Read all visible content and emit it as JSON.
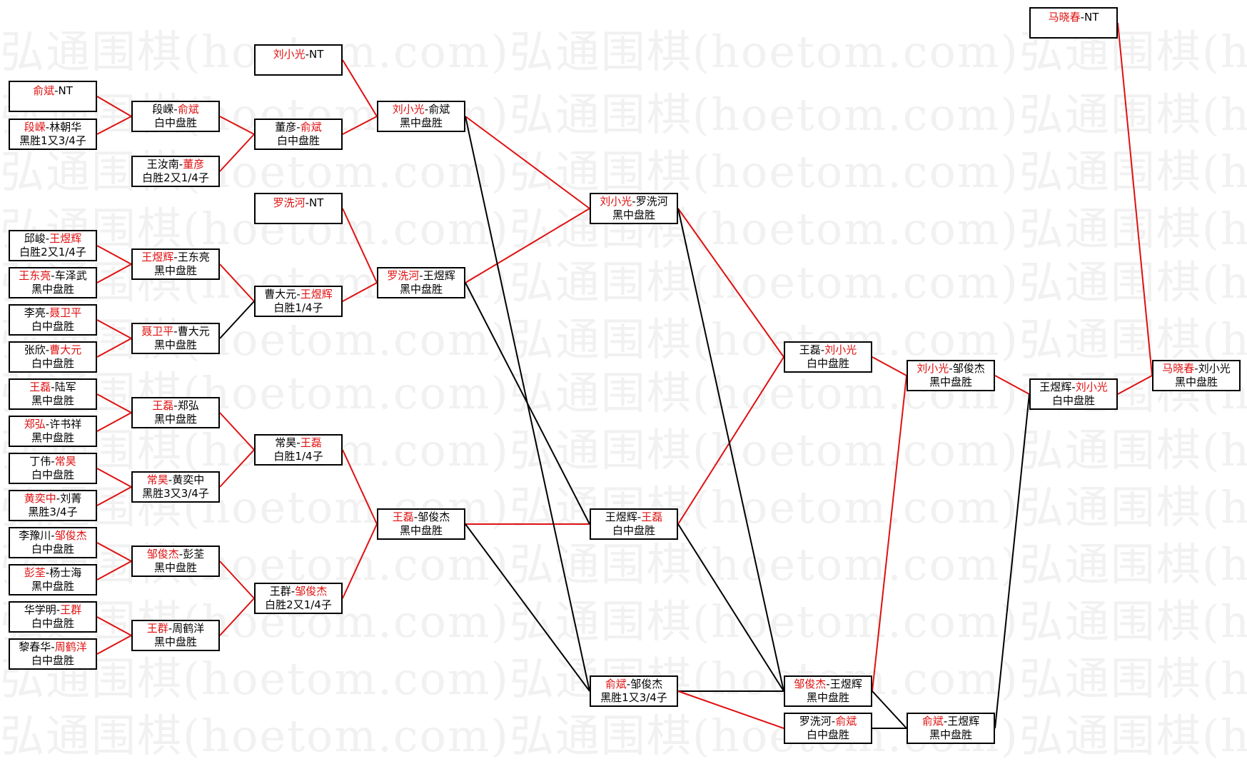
{
  "watermark": "弘通围棋(hoetom.com)弘通围棋(hoetom.com)弘通围棋(hoetom.com)",
  "colors": {
    "winner": "#e01010",
    "loser_line": "#000000",
    "winner_line": "#e01010"
  },
  "matches": [
    {
      "id": "m1",
      "p1": "俞斌",
      "p2": "NT",
      "winner": 1,
      "result": ""
    },
    {
      "id": "m2",
      "p1": "段嵘",
      "p2": "林朝华",
      "winner": 1,
      "result": "黑胜1又3/4子"
    },
    {
      "id": "m3",
      "p1": "段嵘",
      "p2": "俞斌",
      "winner": 2,
      "result": "白中盘胜"
    },
    {
      "id": "m4",
      "p1": "王汝南",
      "p2": "董彦",
      "winner": 2,
      "result": "白胜2又1/4子"
    },
    {
      "id": "m5",
      "p1": "董彦",
      "p2": "俞斌",
      "winner": 2,
      "result": "白中盘胜"
    },
    {
      "id": "m6",
      "p1": "刘小光",
      "p2": "NT",
      "winner": 1,
      "result": ""
    },
    {
      "id": "m7",
      "p1": "刘小光",
      "p2": "俞斌",
      "winner": 1,
      "result": "黑中盘胜"
    },
    {
      "id": "m8",
      "p1": "罗洗河",
      "p2": "NT",
      "winner": 1,
      "result": ""
    },
    {
      "id": "m9",
      "p1": "邱峻",
      "p2": "王煜辉",
      "winner": 2,
      "result": "白胜2又1/4子"
    },
    {
      "id": "m10",
      "p1": "王东亮",
      "p2": "车泽武",
      "winner": 1,
      "result": "黑中盘胜"
    },
    {
      "id": "m11",
      "p1": "王煜辉",
      "p2": "王东亮",
      "winner": 1,
      "result": "黑中盘胜"
    },
    {
      "id": "m12",
      "p1": "李亮",
      "p2": "聂卫平",
      "winner": 2,
      "result": "白中盘胜"
    },
    {
      "id": "m13",
      "p1": "张欣",
      "p2": "曹大元",
      "winner": 2,
      "result": "白中盘胜"
    },
    {
      "id": "m14",
      "p1": "聂卫平",
      "p2": "曹大元",
      "winner": 1,
      "result": "黑中盘胜"
    },
    {
      "id": "m15",
      "p1": "曹大元",
      "p2": "王煜辉",
      "winner": 2,
      "result": "白胜1/4子"
    },
    {
      "id": "m16",
      "p1": "罗洗河",
      "p2": "王煜辉",
      "winner": 1,
      "result": "黑中盘胜"
    },
    {
      "id": "m17",
      "p1": "刘小光",
      "p2": "罗洗河",
      "winner": 1,
      "result": "黑中盘胜"
    },
    {
      "id": "m18",
      "p1": "王磊",
      "p2": "陆军",
      "winner": 1,
      "result": "黑中盘胜"
    },
    {
      "id": "m19",
      "p1": "郑弘",
      "p2": "许书祥",
      "winner": 1,
      "result": "黑中盘胜"
    },
    {
      "id": "m20",
      "p1": "王磊",
      "p2": "郑弘",
      "winner": 1,
      "result": "黑中盘胜"
    },
    {
      "id": "m21",
      "p1": "丁伟",
      "p2": "常昊",
      "winner": 2,
      "result": "白中盘胜"
    },
    {
      "id": "m22",
      "p1": "黄奕中",
      "p2": "刘菁",
      "winner": 1,
      "result": "黑胜3/4子"
    },
    {
      "id": "m23",
      "p1": "常昊",
      "p2": "黄奕中",
      "winner": 1,
      "result": "黑胜3又3/4子"
    },
    {
      "id": "m24",
      "p1": "常昊",
      "p2": "王磊",
      "winner": 2,
      "result": "白胜1/4子"
    },
    {
      "id": "m25",
      "p1": "李豫川",
      "p2": "邹俊杰",
      "winner": 2,
      "result": "白中盘胜"
    },
    {
      "id": "m26",
      "p1": "彭荃",
      "p2": "杨士海",
      "winner": 1,
      "result": "黑中盘胜"
    },
    {
      "id": "m27",
      "p1": "邹俊杰",
      "p2": "彭荃",
      "winner": 1,
      "result": "黑中盘胜"
    },
    {
      "id": "m28",
      "p1": "华学明",
      "p2": "王群",
      "winner": 2,
      "result": "白中盘胜"
    },
    {
      "id": "m29",
      "p1": "黎春华",
      "p2": "周鹤洋",
      "winner": 2,
      "result": "白中盘胜"
    },
    {
      "id": "m30",
      "p1": "王群",
      "p2": "周鹤洋",
      "winner": 1,
      "result": "黑中盘胜"
    },
    {
      "id": "m31",
      "p1": "王群",
      "p2": "邹俊杰",
      "winner": 2,
      "result": "白胜2又1/4子"
    },
    {
      "id": "m32",
      "p1": "王磊",
      "p2": "邹俊杰",
      "winner": 1,
      "result": "黑中盘胜"
    },
    {
      "id": "m33",
      "p1": "王煜辉",
      "p2": "王磊",
      "winner": 2,
      "result": "白中盘胜"
    },
    {
      "id": "m34",
      "p1": "俞斌",
      "p2": "邹俊杰",
      "winner": 1,
      "result": "黑胜1又3/4子"
    },
    {
      "id": "m35",
      "p1": "王磊",
      "p2": "刘小光",
      "winner": 2,
      "result": "白中盘胜"
    },
    {
      "id": "m36",
      "p1": "邹俊杰",
      "p2": "王煜辉",
      "winner": 1,
      "result": "黑中盘胜"
    },
    {
      "id": "m37",
      "p1": "罗洗河",
      "p2": "俞斌",
      "winner": 2,
      "result": "白中盘胜"
    },
    {
      "id": "m38",
      "p1": "刘小光",
      "p2": "邹俊杰",
      "winner": 1,
      "result": "黑中盘胜"
    },
    {
      "id": "m39",
      "p1": "俞斌",
      "p2": "王煜辉",
      "winner": 1,
      "result": "黑中盘胜"
    },
    {
      "id": "m40",
      "p1": "王煜辉",
      "p2": "刘小光",
      "winner": 2,
      "result": "白中盘胜"
    },
    {
      "id": "m41",
      "p1": "马晓春",
      "p2": "NT",
      "winner": 1,
      "result": ""
    },
    {
      "id": "m42",
      "p1": "马晓春",
      "p2": "刘小光",
      "winner": 1,
      "result": "黑中盘胜"
    }
  ],
  "links": [
    {
      "from": "m1",
      "to": "m3",
      "color": "red"
    },
    {
      "from": "m2",
      "to": "m3",
      "color": "red"
    },
    {
      "from": "m3",
      "to": "m5",
      "color": "red"
    },
    {
      "from": "m4",
      "to": "m5",
      "color": "red"
    },
    {
      "from": "m5",
      "to": "m7",
      "color": "red"
    },
    {
      "from": "m6",
      "to": "m7",
      "color": "red"
    },
    {
      "from": "m8",
      "to": "m16",
      "color": "red"
    },
    {
      "from": "m9",
      "to": "m11",
      "color": "red"
    },
    {
      "from": "m10",
      "to": "m11",
      "color": "red"
    },
    {
      "from": "m11",
      "to": "m15",
      "color": "red"
    },
    {
      "from": "m12",
      "to": "m14",
      "color": "red"
    },
    {
      "from": "m13",
      "to": "m14",
      "color": "red"
    },
    {
      "from": "m14",
      "to": "m15",
      "color": "black"
    },
    {
      "from": "m15",
      "to": "m16",
      "color": "red"
    },
    {
      "from": "m7",
      "to": "m17",
      "color": "red"
    },
    {
      "from": "m16",
      "to": "m17",
      "color": "red"
    },
    {
      "from": "m18",
      "to": "m20",
      "color": "red"
    },
    {
      "from": "m19",
      "to": "m20",
      "color": "red"
    },
    {
      "from": "m21",
      "to": "m23",
      "color": "red"
    },
    {
      "from": "m22",
      "to": "m23",
      "color": "red"
    },
    {
      "from": "m20",
      "to": "m24",
      "color": "red"
    },
    {
      "from": "m23",
      "to": "m24",
      "color": "red"
    },
    {
      "from": "m25",
      "to": "m27",
      "color": "red"
    },
    {
      "from": "m26",
      "to": "m27",
      "color": "red"
    },
    {
      "from": "m28",
      "to": "m30",
      "color": "red"
    },
    {
      "from": "m29",
      "to": "m30",
      "color": "red"
    },
    {
      "from": "m27",
      "to": "m31",
      "color": "red"
    },
    {
      "from": "m30",
      "to": "m31",
      "color": "red"
    },
    {
      "from": "m24",
      "to": "m32",
      "color": "red"
    },
    {
      "from": "m31",
      "to": "m32",
      "color": "red"
    },
    {
      "from": "m32",
      "to": "m33",
      "color": "red"
    },
    {
      "from": "m16",
      "to": "m33",
      "color": "black"
    },
    {
      "from": "m7",
      "to": "m34",
      "color": "black"
    },
    {
      "from": "m32",
      "to": "m34",
      "color": "black"
    },
    {
      "from": "m17",
      "to": "m35",
      "color": "red"
    },
    {
      "from": "m33",
      "to": "m35",
      "color": "red"
    },
    {
      "from": "m17",
      "to": "m36",
      "color": "black"
    },
    {
      "from": "m34",
      "to": "m36",
      "color": "black"
    },
    {
      "from": "m33",
      "to": "m36",
      "color": "black"
    },
    {
      "from": "m34",
      "to": "m37",
      "color": "red"
    },
    {
      "from": "m35",
      "to": "m38",
      "color": "red"
    },
    {
      "from": "m36",
      "to": "m38",
      "color": "red"
    },
    {
      "from": "m36",
      "to": "m39",
      "color": "black"
    },
    {
      "from": "m37",
      "to": "m39",
      "color": "black"
    },
    {
      "from": "m38",
      "to": "m40",
      "color": "red"
    },
    {
      "from": "m39",
      "to": "m40",
      "color": "black"
    },
    {
      "from": "m40",
      "to": "m42",
      "color": "red"
    },
    {
      "from": "m41",
      "to": "m42",
      "color": "red"
    }
  ]
}
